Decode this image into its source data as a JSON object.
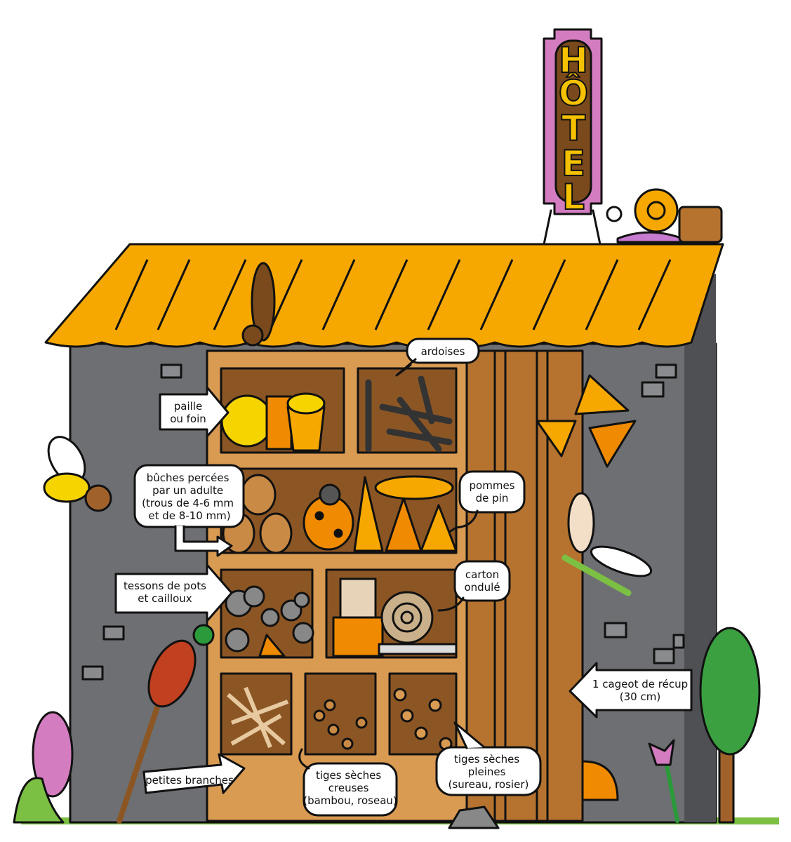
{
  "sign": {
    "letters": [
      "H",
      "Ô",
      "T",
      "E",
      "L"
    ]
  },
  "labels": {
    "ardoises": "ardoises",
    "paille": [
      "paille",
      "ou foin"
    ],
    "buches": [
      "bûches percées",
      "par un adulte",
      "(trous de 4-6 mm",
      "et de 8-10 mm)"
    ],
    "pommes": [
      "pommes",
      "de pin"
    ],
    "tessons": [
      "tessons de pots",
      "et cailloux"
    ],
    "carton": [
      "carton",
      "ondulé"
    ],
    "cageot": [
      "1 cageot de récup",
      "(30 cm)"
    ],
    "branches": "petites branches",
    "creuses": [
      "tiges sèches",
      "creuses",
      "(bambou, roseau)"
    ],
    "pleines": [
      "tiges sèches",
      "pleines",
      "(sureau, rosier)"
    ]
  },
  "colors": {
    "roof": "#f7a800",
    "wall": "#6e6f73",
    "wood": "#b5732f",
    "woodLight": "#d99a52",
    "sign": "#d47cc0",
    "signInner": "#7a4a1c"
  }
}
